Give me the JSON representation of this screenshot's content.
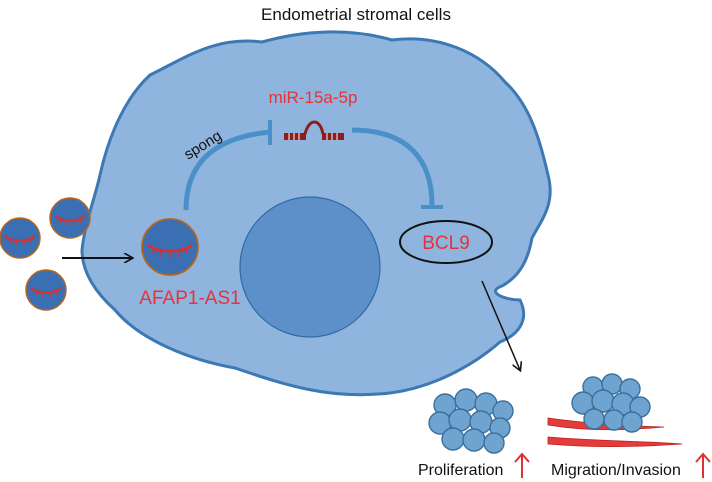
{
  "title": "Endometrial stromal cells",
  "labels": {
    "mirna": "miR-15a-5p",
    "sponge": "spong",
    "lncrna": "AFAP1-AS1",
    "target": "BCL9",
    "proliferation": "Proliferation",
    "migration": "Migration/Invasion"
  },
  "colors": {
    "cell_fill": "#8fb4de",
    "cell_stroke": "#3b79b5",
    "nucleus_fill": "#5d90c8",
    "inhibit_line": "#4a90c8",
    "red_text": "#e8323a",
    "vesicle_fill": "#3a6fb4",
    "vesicle_stroke": "#b5651d",
    "rna_strand": "#d43232",
    "mirna_color": "#8c1e1e",
    "cluster_fill": "#6ea4cf",
    "cluster_stroke": "#3c6f9c",
    "up_arrow": "#e03232"
  },
  "icons": [
    "exosome-icon",
    "mirna-hairpin-icon",
    "cell-cluster-icon",
    "up-arrow-icon",
    "spindle-cell-icon"
  ]
}
